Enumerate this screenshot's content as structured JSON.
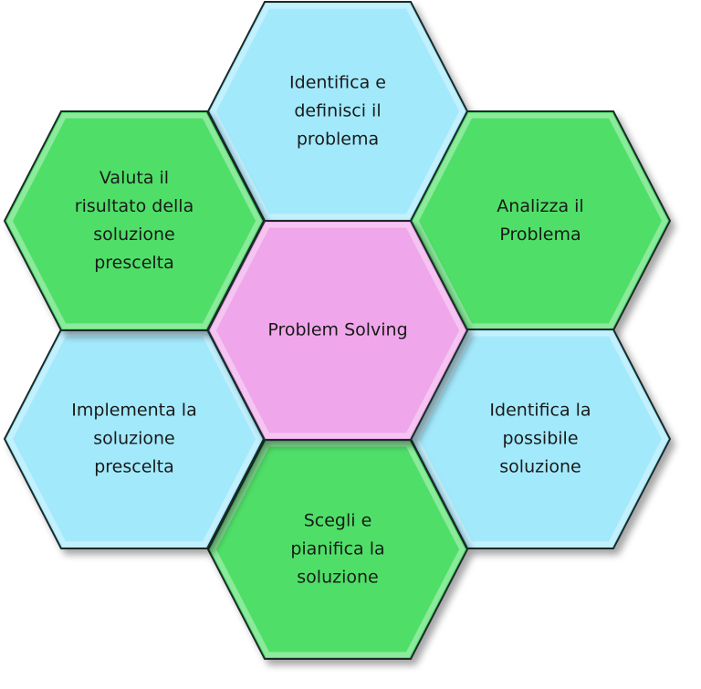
{
  "diagram": {
    "center": {
      "text": "Problem Solving",
      "color": "#f0a6ea"
    },
    "hexes": [
      {
        "id": "top",
        "text": "Identifica e\ndefinisci il\nproblema",
        "color": "#a3e9fc"
      },
      {
        "id": "top-right",
        "text": "Analizza il\nProblema",
        "color": "#4fdf68"
      },
      {
        "id": "bottom-right",
        "text": "Identifica la\npossibile\nsoluzione",
        "color": "#a3e9fc"
      },
      {
        "id": "bottom",
        "text": "Scegli e\npianifica la\nsoluzione",
        "color": "#4fdf68"
      },
      {
        "id": "bottom-left",
        "text": "Implementa la\nsoluzione\nprescelta",
        "color": "#a3e9fc"
      },
      {
        "id": "top-left",
        "text": "Valuta il\nrisultato della\nsoluzione\nprescelta",
        "color": "#4fdf68"
      }
    ]
  }
}
